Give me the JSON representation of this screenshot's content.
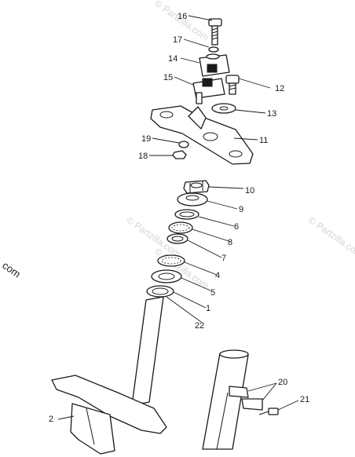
{
  "watermark": "© Partzilla.com",
  "edge_text": "com",
  "callouts": [
    "16",
    "17",
    "14",
    "15",
    "12",
    "13",
    "11",
    "19",
    "18",
    "10",
    "9",
    "6",
    "8",
    "7",
    "4",
    "5",
    "1",
    "22",
    "20",
    "21",
    "2"
  ],
  "colors": {
    "ink": "#1a1a1a",
    "paper": "#ffffff",
    "watermark": "#d4d4d4"
  }
}
